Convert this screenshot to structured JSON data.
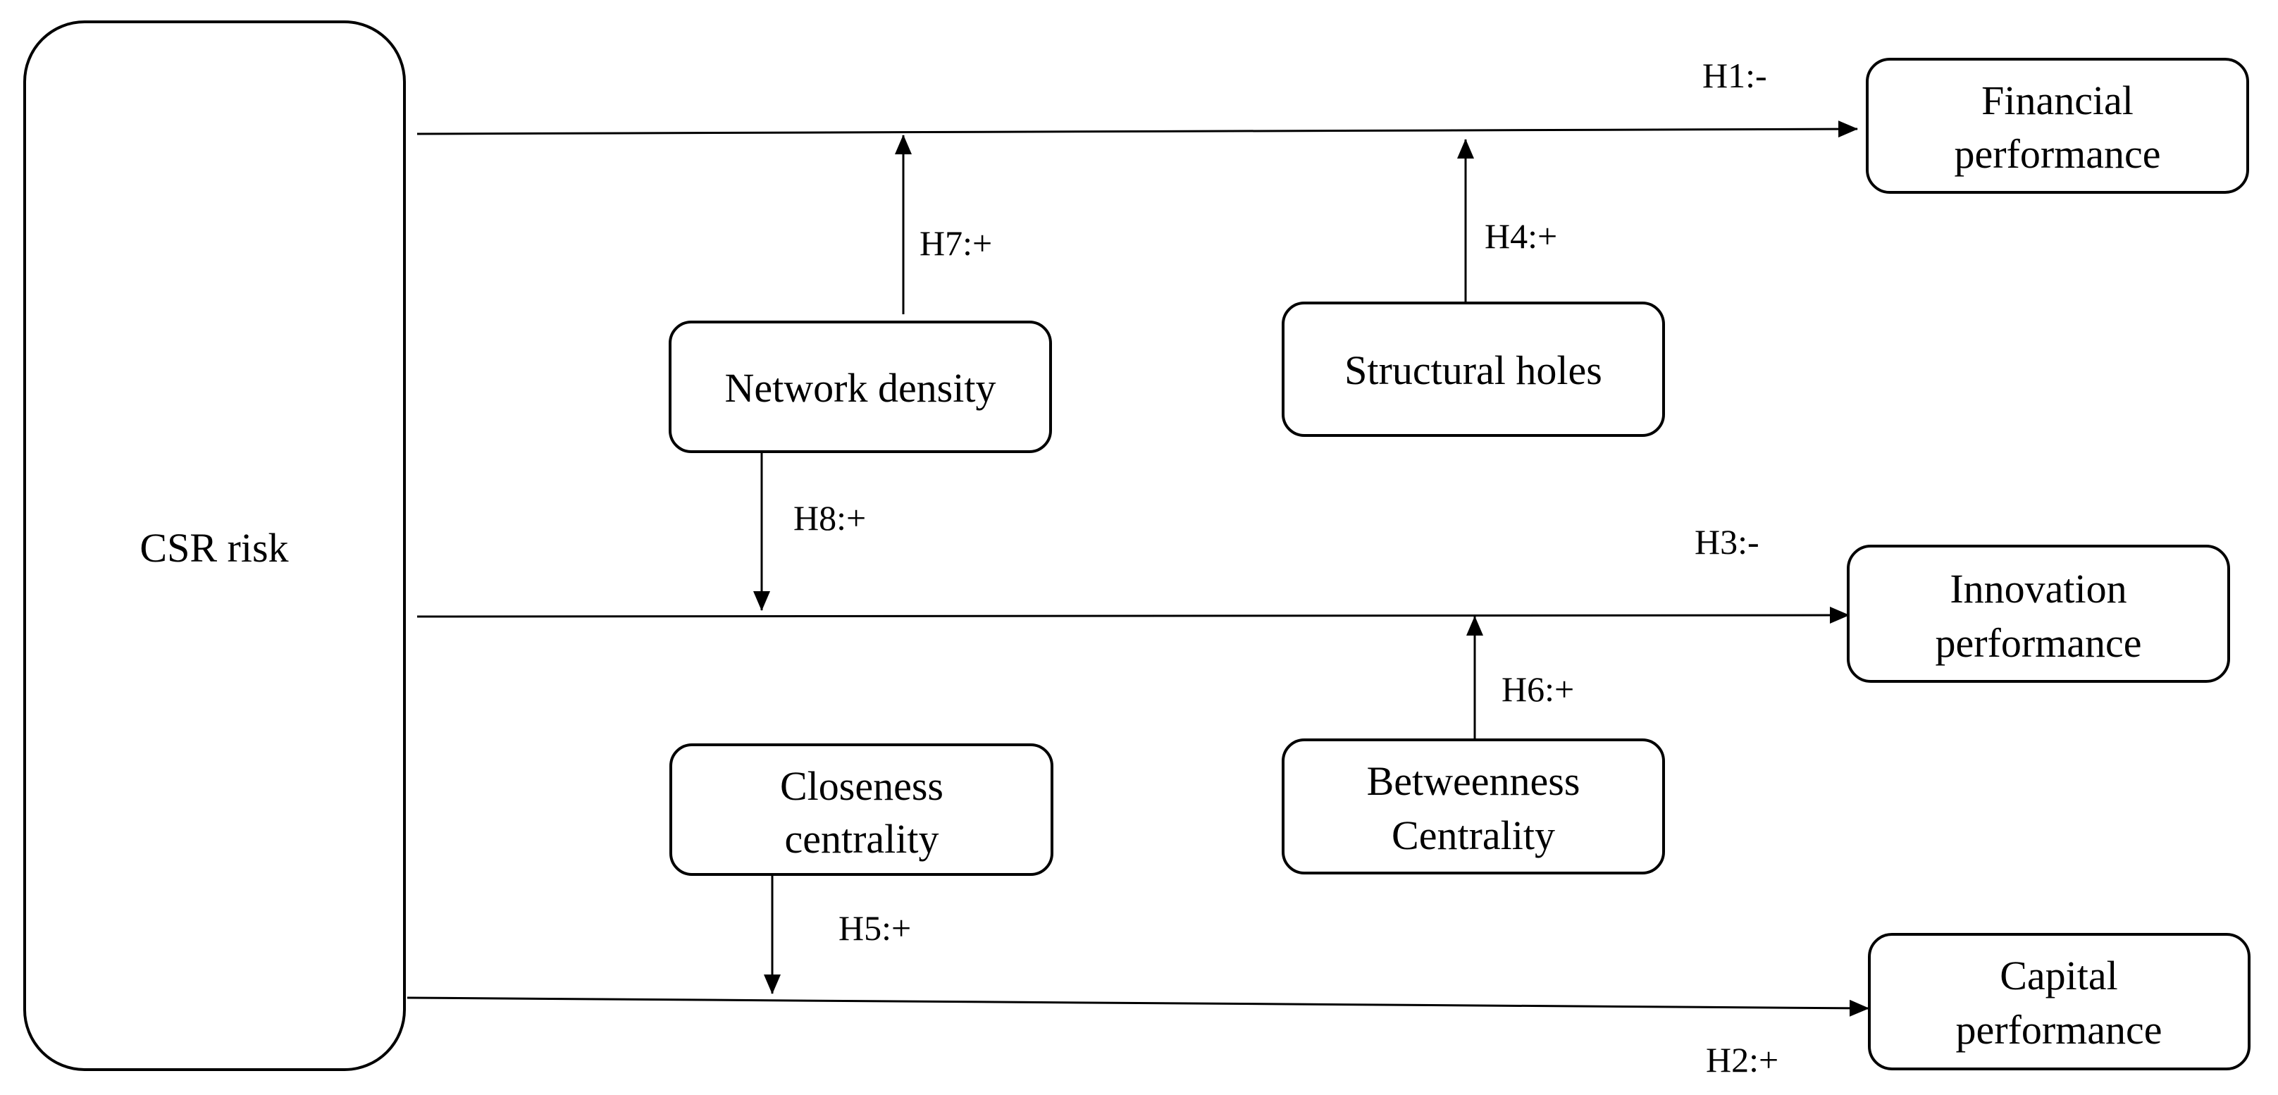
{
  "nodes": {
    "csr_risk": {
      "lines": [
        "CSR risk"
      ]
    },
    "financial": {
      "lines": [
        "Financial",
        "performance"
      ]
    },
    "innovation": {
      "lines": [
        "Innovation",
        "performance"
      ]
    },
    "capital": {
      "lines": [
        "Capital",
        "performance"
      ]
    },
    "network_density": {
      "lines": [
        "Network density"
      ]
    },
    "structural_holes": {
      "lines": [
        "Structural holes"
      ]
    },
    "closeness": {
      "lines": [
        "Closeness",
        "centrality"
      ]
    },
    "betweenness": {
      "lines": [
        "Betweenness",
        "Centrality"
      ]
    }
  },
  "hypotheses": {
    "h1": "H1:-",
    "h2": "H2:+",
    "h3": "H3:-",
    "h4": "H4:+",
    "h5": "H5:+",
    "h6": "H6:+",
    "h7": "H7:+",
    "h8": "H8:+"
  }
}
